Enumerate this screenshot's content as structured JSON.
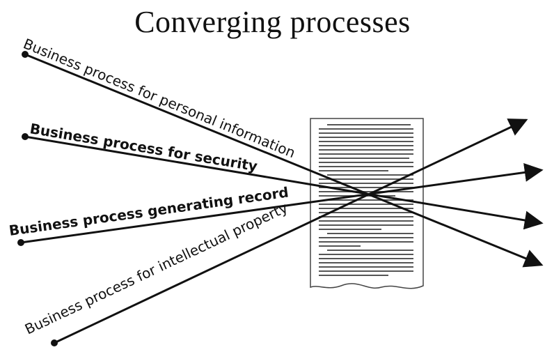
{
  "title": "Converging processes",
  "processes": [
    {
      "label": "Business process for personal information"
    },
    {
      "label": "Business process for security"
    },
    {
      "label": "Business process generating record"
    },
    {
      "label": "Business process for intellectual property"
    }
  ],
  "document_icon": "record-document-icon",
  "colors": {
    "line": "#111111",
    "paper": "#ffffff",
    "text": "#111111"
  }
}
